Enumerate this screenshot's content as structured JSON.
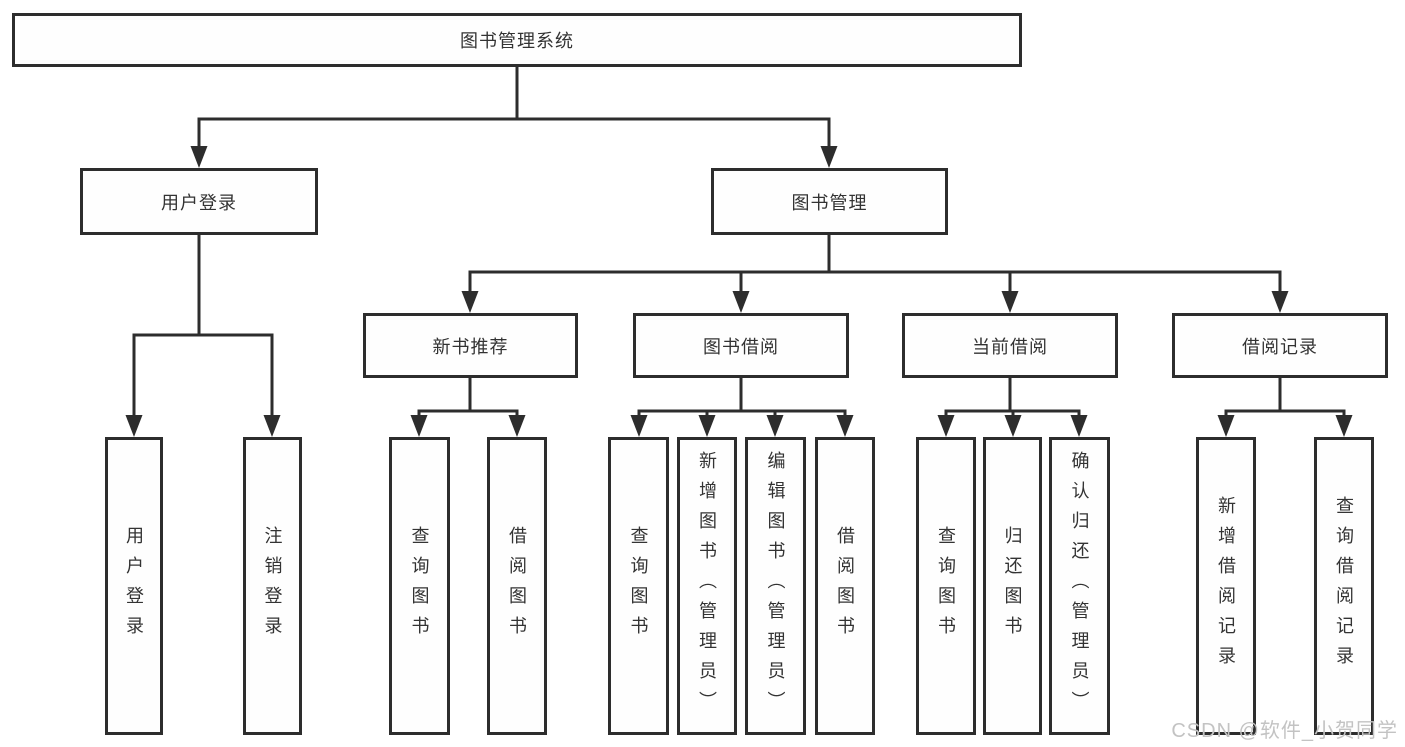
{
  "diagram": {
    "root": {
      "label": "图书管理系统"
    },
    "branches": [
      {
        "label": "用户登录",
        "leaves": [
          "用户登录",
          "注销登录"
        ]
      },
      {
        "label": "图书管理",
        "groups": [
          {
            "label": "新书推荐",
            "leaves": [
              "查询图书",
              "借阅图书"
            ]
          },
          {
            "label": "图书借阅",
            "leaves": [
              "查询图书",
              "新增图书（管理员）",
              "编辑图书（管理员）",
              "借阅图书"
            ]
          },
          {
            "label": "当前借阅",
            "leaves": [
              "查询图书",
              "归还图书",
              "确认归还（管理员）"
            ]
          },
          {
            "label": "借阅记录",
            "leaves": [
              "新增借阅记录",
              "查询借阅记录"
            ]
          }
        ]
      }
    ]
  },
  "watermark": {
    "text": "CSDN @软件_小贺同学"
  },
  "colors": {
    "line": "#2d2d2d",
    "text": "#333333",
    "background": "#ffffff",
    "watermark": "#c3c3c3"
  }
}
